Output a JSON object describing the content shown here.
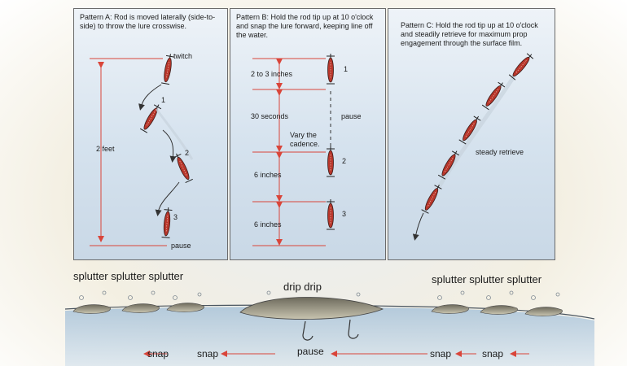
{
  "panels": {
    "a": {
      "caption": "Pattern A: Rod is moved laterally (side-to-side) to throw the lure crosswise.",
      "labels": {
        "twitch": "twitch",
        "n1": "1",
        "n2": "2",
        "n3": "3",
        "distance": "2 feet",
        "pause": "pause"
      }
    },
    "b": {
      "caption": "Pattern B: Hold the rod tip up at 10 o'clock and snap the lure forward, keeping line off the water.",
      "labels": {
        "n1": "1",
        "n2": "2",
        "n3": "3",
        "d1": "2 to 3 inches",
        "d2": "30 seconds",
        "d3": "6 inches",
        "d4": "6 inches",
        "pause": "pause",
        "vary": "Vary the cadence."
      }
    },
    "c": {
      "caption": "Pattern C: Hold the rod tip up at 10 o'clock and steadily retrieve for maximum prop engagement through the surface film.",
      "labels": {
        "steady": "steady retrieve"
      }
    }
  },
  "bottom": {
    "splutter_left": "splutter splutter splutter",
    "drip": "drip drip",
    "splutter_right": "splutter splutter splutter",
    "snap": "snap",
    "pause": "pause"
  },
  "colors": {
    "lure": "#b8362b",
    "arrow": "#d9453a",
    "line": "#555555"
  }
}
